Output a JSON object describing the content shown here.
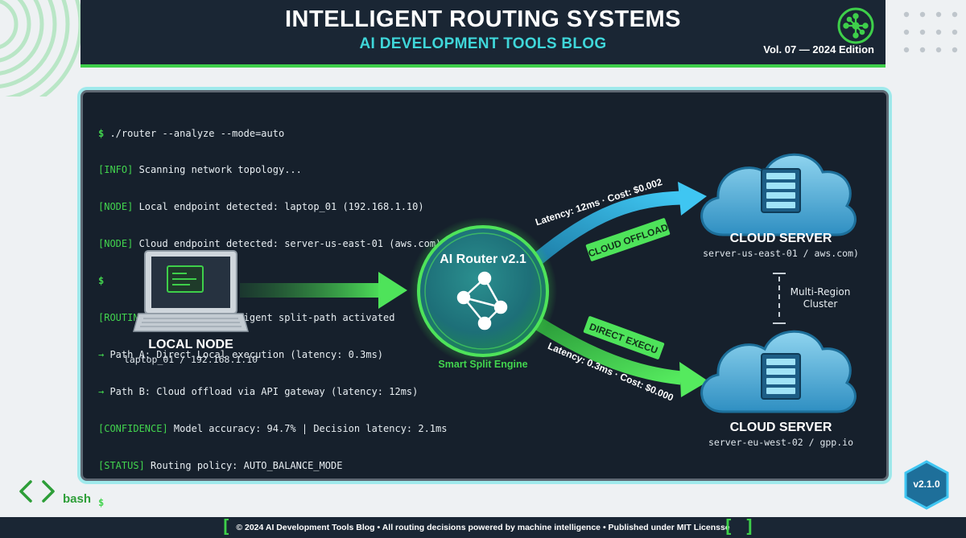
{
  "header": {
    "title": "INTELLIGENT ROUTING SYSTEMS",
    "subtitle": "AI DEVELOPMENT TOOLS BLOG",
    "volume": "Vol. 07 — 2024 Edition"
  },
  "terminal": {
    "lines": [
      {
        "tag": "$",
        "text": " ./router --analyze --mode=auto"
      },
      {
        "tag": "[INFO]",
        "text": " Scanning network topology..."
      },
      {
        "tag": "[NODE]",
        "text": " Local endpoint detected: laptop_01 (192.168.1.10)"
      },
      {
        "tag": "[NODE]",
        "text": " Cloud endpoint detected: server-us-east-01 (aws.com)"
      },
      {
        "tag": "$",
        "text": ""
      },
      {
        "tag": "[ROUTING DECISION]",
        "text": " Intelligent split-path activated"
      },
      {
        "tag": "→",
        "text": " Path A: Direct Local execution (latency: 0.3ms)"
      },
      {
        "tag": "→",
        "text": " Path B: Cloud offload via API gateway (latency: 12ms)"
      },
      {
        "tag": "[CONFIDENCE]",
        "text": " Model accuracy: 94.7% | Decision latency: 2.1ms"
      },
      {
        "tag": "[STATUS]",
        "text": " Routing policy: AUTO_BALANCE_MODE"
      },
      {
        "tag": "$",
        "text": ""
      }
    ]
  },
  "diagram": {
    "local_node": {
      "name": "LOCAL NODE",
      "address": "laptop_01 / 192.168.1.10"
    },
    "router": {
      "name": "AI Router v2.1",
      "engine": "Smart Split Engine"
    },
    "cloud_top": {
      "name": "CLOUD SERVER",
      "address": "server-us-east-01 / aws.com)"
    },
    "cloud_bottom": {
      "name": "CLOUD SERVER",
      "address": "server-eu-west-02 / gpp.io"
    },
    "cluster": {
      "line1": "Multi-Region",
      "line2": "Cluster"
    },
    "path_top": {
      "badge": "CLOUD OFFLOAD",
      "metric": "Latency: 12ms · Cost: $0.002"
    },
    "path_bottom": {
      "badge": "DIRECT EXECU",
      "metric": "Latency: 0.3ms · Cost: $0.000"
    }
  },
  "bottom": {
    "bash_label": "bash",
    "version": "v2.1.0"
  },
  "footer": {
    "text": "© 2024 AI Development Tools Blog • All routing decisions powered by machine intelligence • Published under MIT Licensse"
  },
  "colors": {
    "accent_green": "#3ecf4a",
    "accent_cyan": "#3fd6d9",
    "panel_bg": "#16202c",
    "header_bg": "#1a2634",
    "cloud_blue": "#2f93c4"
  }
}
